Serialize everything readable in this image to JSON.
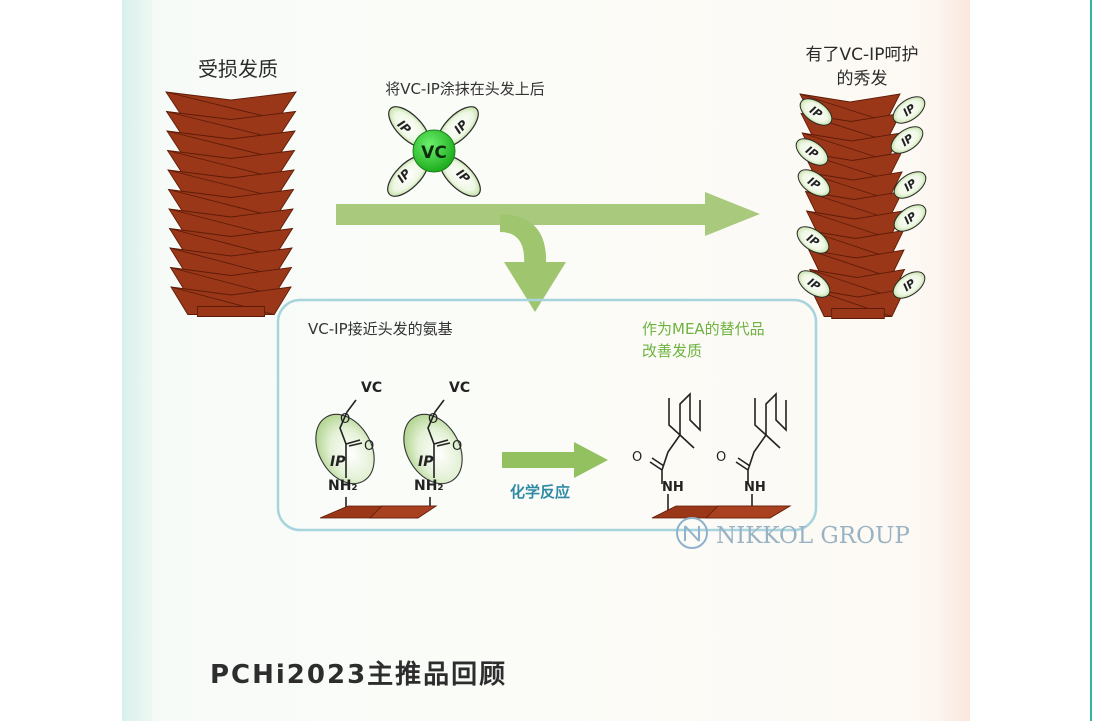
{
  "labels": {
    "damaged_hair": "受损发质",
    "apply_vcip": "将VC-IP涂抹在头发上后",
    "protected_hair_line1": "有了VC-IP呵护",
    "protected_hair_line2": "的秀发",
    "approach_amino": "VC-IP接近头发的氨基",
    "mea_line1": "作为MEA的替代品",
    "mea_line2": "改善发质",
    "chemical_reaction": "化学反应",
    "watermark": "NIKKOL GROUP",
    "footer": "PCHi2023主推品回顾"
  },
  "molecule": {
    "core": "VC",
    "petal": "IP",
    "vc_text": "VC",
    "ip_text": "IP",
    "nh2": "NH₂",
    "o": "O",
    "nh": "NH"
  },
  "colors": {
    "hair": "#9b3719",
    "hair_stroke": "#5e1c08",
    "arrow_green": "#9dc36f",
    "vc_green": "#2bc42b",
    "box_border": "#a8d4de",
    "label_green": "#6db33f",
    "label_teal": "#2f8aa6"
  }
}
